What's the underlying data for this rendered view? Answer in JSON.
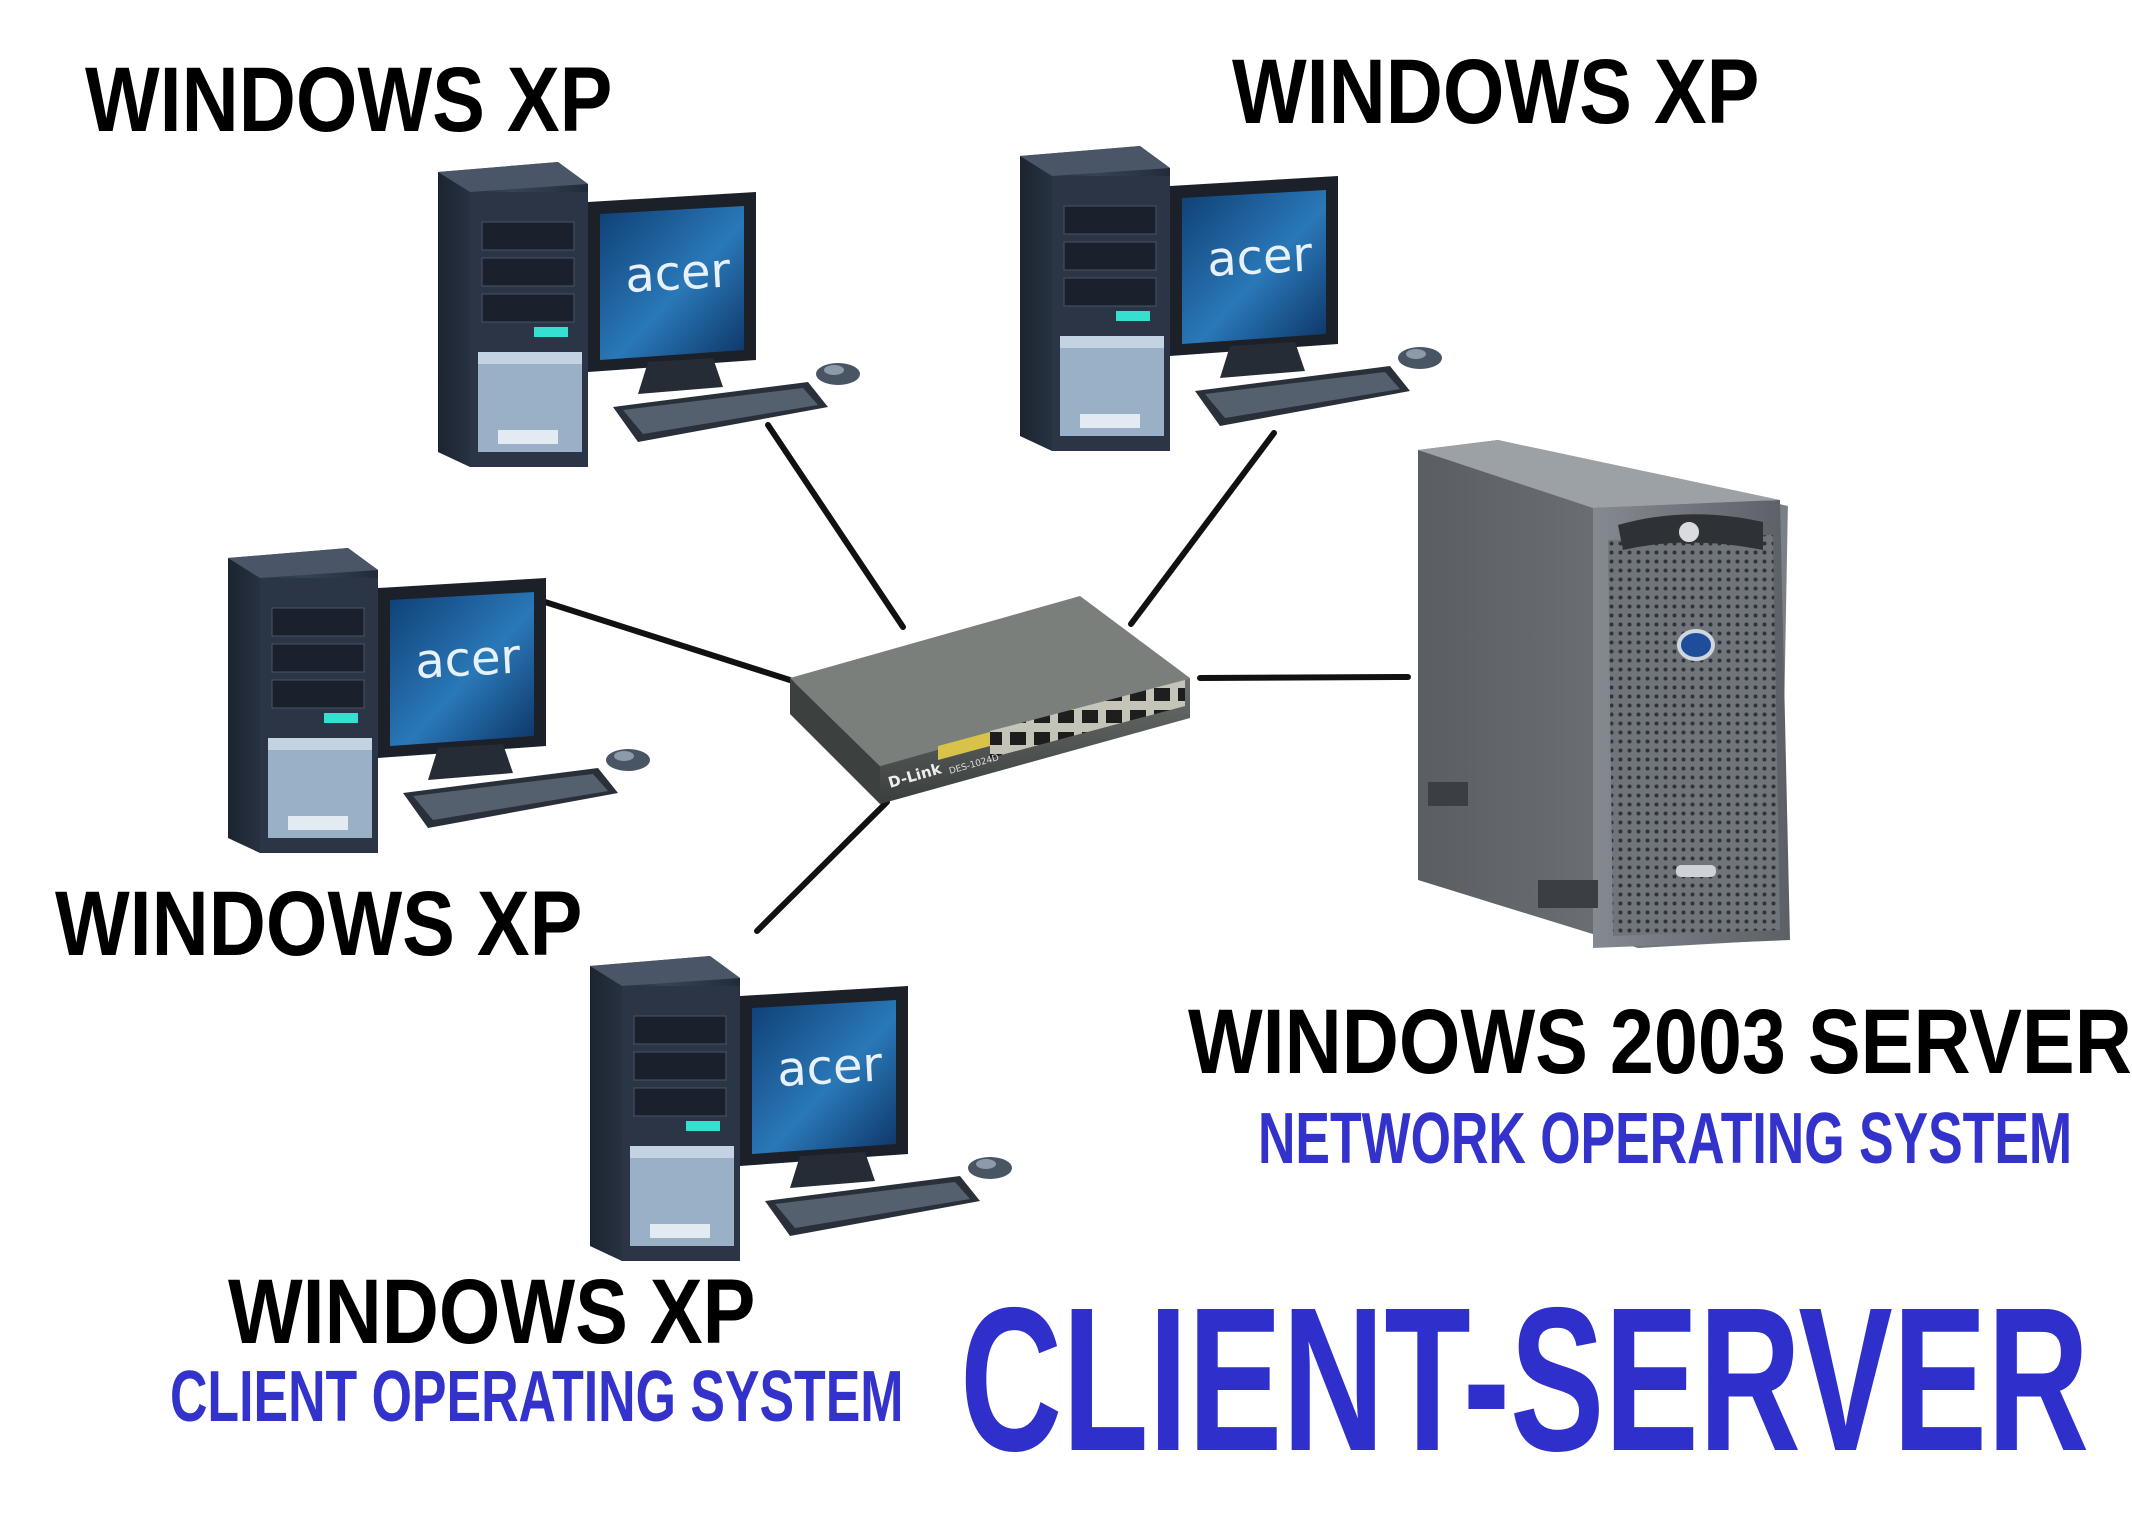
{
  "labels": {
    "pc_top_left": "WINDOWS XP",
    "pc_top_right": "WINDOWS XP",
    "pc_mid_left": "WINDOWS XP",
    "pc_bottom": "WINDOWS XP",
    "pc_bottom_subtitle": "CLIENT OPERATING SYSTEM",
    "server": "WINDOWS 2003 SERVER",
    "server_subtitle": "NETWORK OPERATING SYSTEM",
    "main_title": "CLIENT-SERVER"
  },
  "brands": {
    "pc": "acer",
    "switch": "D-Link",
    "switch_model": "DES-1024D"
  },
  "colors": {
    "label_text": "#000000",
    "subtitle_blue": "#3333cc",
    "title_blue": "#2f2fcc",
    "link_line": "#111111",
    "pc_case": "#2a3443",
    "pc_screen": "#1d5b94",
    "switch_body": "#4a4e4c",
    "server_body": "#6f7378"
  },
  "nodes": [
    {
      "id": "pc-top-left",
      "kind": "client-pc",
      "os_label": "WINDOWS XP"
    },
    {
      "id": "pc-top-right",
      "kind": "client-pc",
      "os_label": "WINDOWS XP"
    },
    {
      "id": "pc-mid-left",
      "kind": "client-pc",
      "os_label": "WINDOWS XP"
    },
    {
      "id": "pc-bottom",
      "kind": "client-pc",
      "os_label": "WINDOWS XP"
    },
    {
      "id": "switch",
      "kind": "network-switch"
    },
    {
      "id": "server",
      "kind": "server-tower",
      "os_label": "WINDOWS 2003 SERVER"
    }
  ],
  "links": [
    {
      "from": "pc-top-left",
      "to": "switch"
    },
    {
      "from": "pc-top-right",
      "to": "switch"
    },
    {
      "from": "pc-mid-left",
      "to": "switch"
    },
    {
      "from": "pc-bottom",
      "to": "switch"
    },
    {
      "from": "switch",
      "to": "server"
    }
  ]
}
